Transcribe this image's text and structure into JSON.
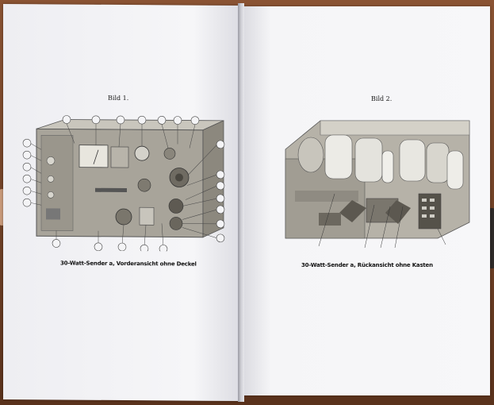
{
  "left_page": {
    "figure_title": "Bild 1.",
    "caption": "30-Watt-Sender a, Vorderansicht ohne Deckel"
  },
  "right_page": {
    "figure_title": "Bild 2.",
    "caption": "30-Watt-Sender a, Rückansicht ohne Kasten"
  },
  "colors": {
    "wood": "#7a4a2e",
    "paper": "#f4f4f6",
    "ink": "#1a1a1a"
  }
}
